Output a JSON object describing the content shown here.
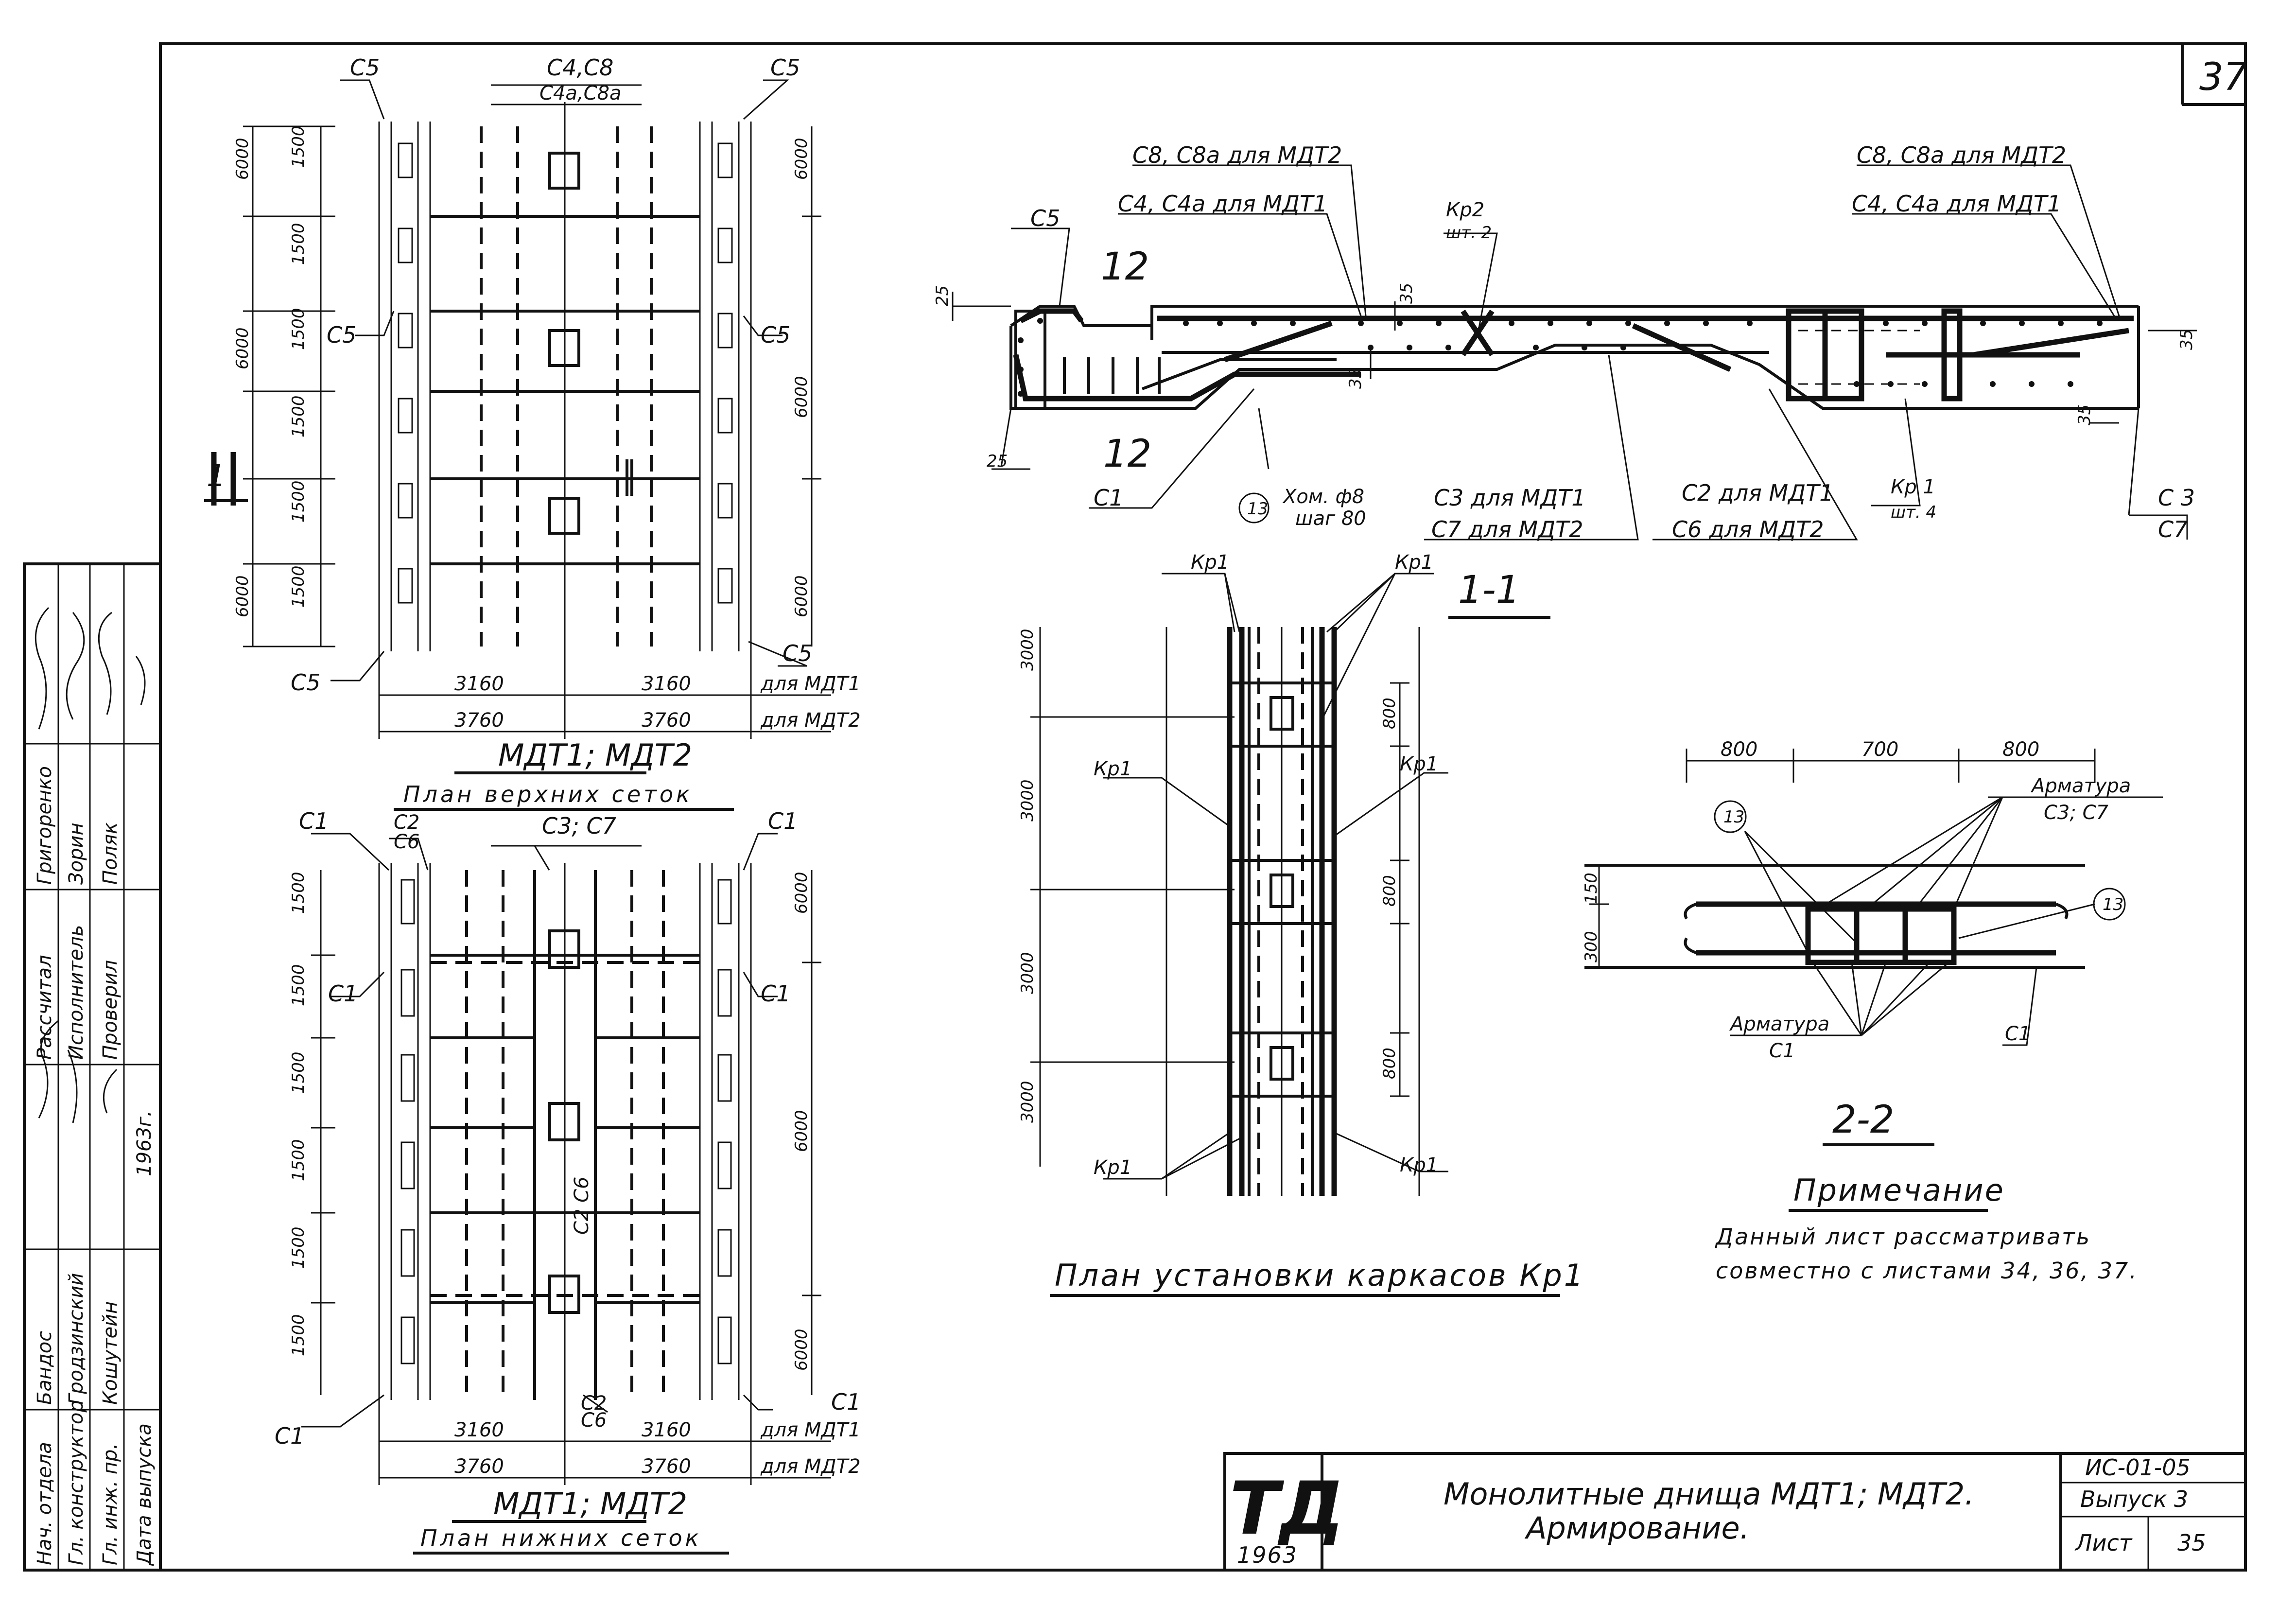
{
  "sheet_number": "37",
  "title_block": {
    "logo": "ТД",
    "logo_year": "1963",
    "title_line1": "Монолитные днища МДТ1; МДТ2.",
    "title_line2": "Армирование.",
    "series": "ИС-01-05",
    "issue": "Выпуск 3",
    "sheet_label": "Лист",
    "sheet_value": "35"
  },
  "side_stamp": {
    "roles": [
      "Нач. отдела",
      "Гл. конструктор",
      "Гл. инж. пр.",
      "Дата выпуска"
    ],
    "names": [
      "Бандос",
      "Гродзинский",
      "Кошутейн"
    ],
    "roles2": [
      "Рассчитал",
      "Исполнитель",
      "Проверил"
    ],
    "names2": [
      "Григоренко",
      "Зорин",
      "Поляк"
    ],
    "year": "1963г."
  },
  "top_plan": {
    "title": "МДТ1; МДТ2",
    "subtitle": "План верхних сеток",
    "labels": {
      "c5": "С5",
      "c4c8": "С4,С8",
      "c4ac8a": "С4а,С8а",
      "section": "1-1",
      "mark": "1"
    },
    "dims_left": [
      "6000",
      "1500",
      "1500",
      "6000",
      "1500",
      "1500",
      "1500",
      "6000",
      "1500"
    ],
    "dims_right": [
      "6000",
      "6000",
      "6000"
    ],
    "dims_bottom_row1": [
      "3160",
      "3160"
    ],
    "dims_bottom_row2": [
      "3760",
      "3760"
    ],
    "note_row1": "для МДТ1",
    "note_row2": "для МДТ2"
  },
  "bottom_plan": {
    "title": "МДТ1; МДТ2",
    "subtitle": "План нижних сеток",
    "labels": {
      "c1": "С1",
      "c2c6": "С2 С6",
      "c3c7": "С3; С7",
      "c2": "С2",
      "c6": "С6"
    },
    "dims_left": [
      "1500",
      "1500",
      "1500",
      "1500",
      "1500",
      "1500"
    ],
    "dims_right": [
      "6000",
      "6000",
      "6000"
    ],
    "dims_bottom_row1": [
      "3160",
      "3160"
    ],
    "dims_bottom_row2": [
      "3760",
      "3760"
    ],
    "note_row1": "для МДТ1",
    "note_row2": "для МДТ2"
  },
  "section_1_1": {
    "title": "1-1",
    "labels": {
      "c5": "С5",
      "c8_mdt2_a": "С8, С8а для МДТ2",
      "c4_mdt1_a": "С4, С4а для МДТ1",
      "c8_mdt2_b": "С8, С8а для МДТ2",
      "c4_mdt1_b": "С4, С4а для МДТ1",
      "kr2": "Кр2",
      "kr2_qty": "шт. 2",
      "kr1": "Кр 1",
      "kr1_qty": "шт. 4",
      "c1": "С1",
      "c3_mdt1": "С3 для МДТ1",
      "c7_mdt2": "С7 для МДТ2",
      "c2_mdt1": "С2 для МДТ1",
      "c6_mdt2": "С6 для МДТ2",
      "c3": "С 3",
      "c7": "С7",
      "mark12_top": "12",
      "mark12_bottom": "12",
      "circle13": "13",
      "clamp": "Хом. ф8",
      "step": "шаг 80"
    },
    "dims": {
      "d25a": "25",
      "d25b": "25",
      "d35a": "35",
      "d35b": "35",
      "d35c": "35",
      "d35d": "35"
    }
  },
  "frames_plan": {
    "title": "План установки каркасов Кр1",
    "kr1": "Кр1",
    "dims_left": [
      "3000",
      "3000",
      "3000",
      "3000"
    ],
    "dims_right": [
      "800",
      "800",
      "800"
    ]
  },
  "section_2_2": {
    "title": "2-2",
    "dims_top": [
      "800",
      "700",
      "800"
    ],
    "dims_left": [
      "150",
      "300"
    ],
    "arm_top_line1": "Арматура",
    "arm_top_line2": "С3; С7",
    "arm_bottom_line1": "Арматура",
    "arm_bottom_line2": "С1",
    "c1": "С1",
    "circle13": "13"
  },
  "note": {
    "heading": "Примечание",
    "line1": "Данный лист рассматривать",
    "line2": "совместно с листами 34, 36, 37."
  }
}
